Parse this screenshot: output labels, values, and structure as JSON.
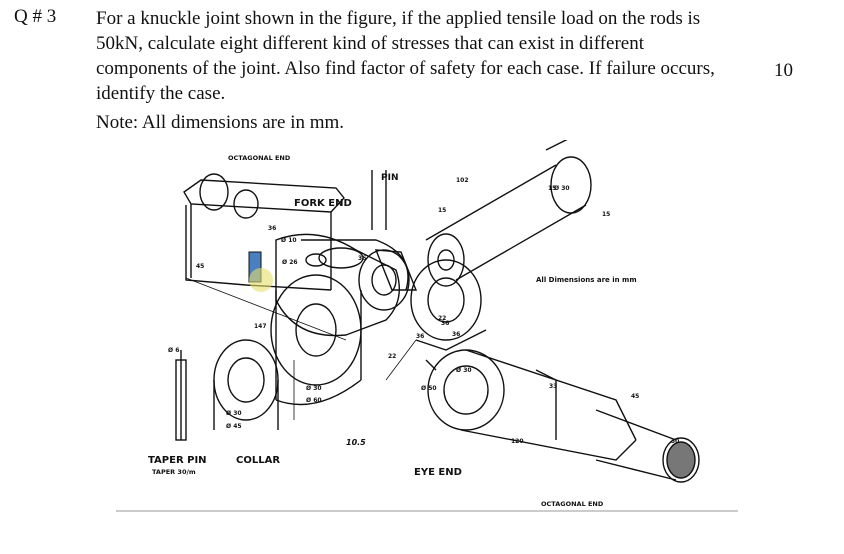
{
  "question": {
    "number": "Q # 3",
    "lines": [
      "For a knuckle joint shown in the figure, if the applied tensile load on the rods is",
      "50kN, calculate eight different kind of stresses that can exist in different",
      "components of the joint. Also find factor of safety for each case. If failure occurs,",
      "identify the case."
    ],
    "marks": "10",
    "note": "Note: All dimensions are in mm."
  },
  "figure": {
    "labels": {
      "octagonal_end_top": "OCTAGONAL END",
      "pin": "PIN",
      "fork_end": "FORK END",
      "all_dimensions": "All Dimensions are in mm",
      "taper_pin": "TAPER PIN",
      "taper_note": "TAPER 30/m",
      "collar": "COLLAR",
      "eye_end": "EYE END",
      "octagonal_end_bottom": "OCTAGONAL END"
    },
    "dims": {
      "d102": "102",
      "d15a": "15",
      "d15b": "15",
      "d36a": "36",
      "d10": "Ø 10",
      "d26": "Ø 26",
      "d36b": "36",
      "d45a": "45",
      "d147": "147",
      "d30a": "Ø 30",
      "d60": "Ø 60",
      "d22a": "22",
      "d22b": "22",
      "d36c": "36",
      "d36d": "36",
      "d50": "Ø 50",
      "d30b": "Ø 30",
      "d33": "33",
      "d120": "120",
      "d45b": "45",
      "d30c": "30",
      "d30d": "Ø 30",
      "d45c": "Ø 45",
      "d15c": "15",
      "d3d": "Ø 30",
      "hand_note": "10.5",
      "d6": "Ø 6",
      "d35": "36"
    }
  }
}
